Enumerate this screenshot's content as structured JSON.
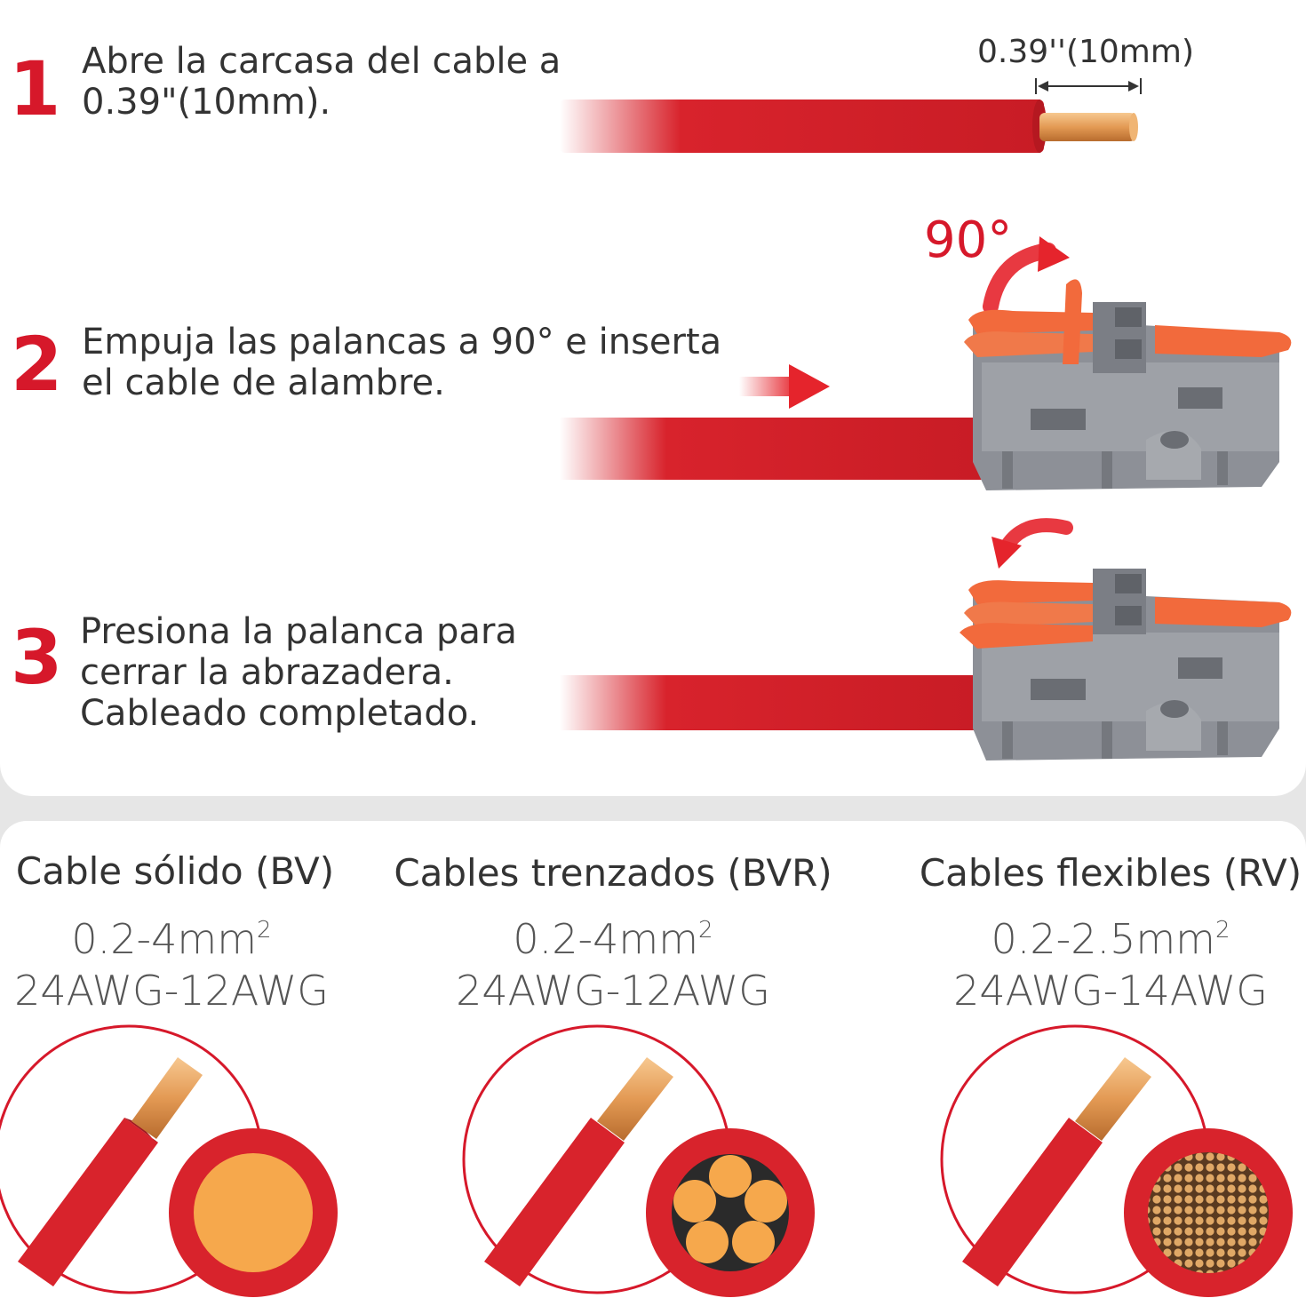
{
  "steps": [
    {
      "number": "1",
      "text": "Abre la carcasa del cable a\n0.39\"(10mm)."
    },
    {
      "number": "2",
      "text": "Empuja las palancas a 90° e inserta\nel cable de alambre."
    },
    {
      "number": "3",
      "text": "Presiona la palanca para\ncerrar la abrazadera.\nCableado completado."
    }
  ],
  "strip_length_label": "0.39''(10mm)",
  "lever_angle_label": "90°",
  "wires": [
    {
      "title": "Cable sólido (BV)",
      "section": "0.2-4mm",
      "sup": "2",
      "awg": "24AWG-12AWG",
      "core": "solid-core-icon"
    },
    {
      "title": "Cables trenzados (BVR)",
      "section": "0.2-4mm",
      "sup": "2",
      "awg": "24AWG-12AWG",
      "core": "stranded-core-icon"
    },
    {
      "title": "Cables flexibles (RV)",
      "section": "0.2-2.5mm",
      "sup": "2",
      "awg": "24AWG-14AWG",
      "core": "flexible-core-icon"
    }
  ],
  "colors": {
    "accent_red": "#d6182a",
    "wire_red": "#d8232c",
    "copper": "#e8a04a",
    "connector_grey": "#8a8d94",
    "lever_orange": "#f26a3c"
  }
}
